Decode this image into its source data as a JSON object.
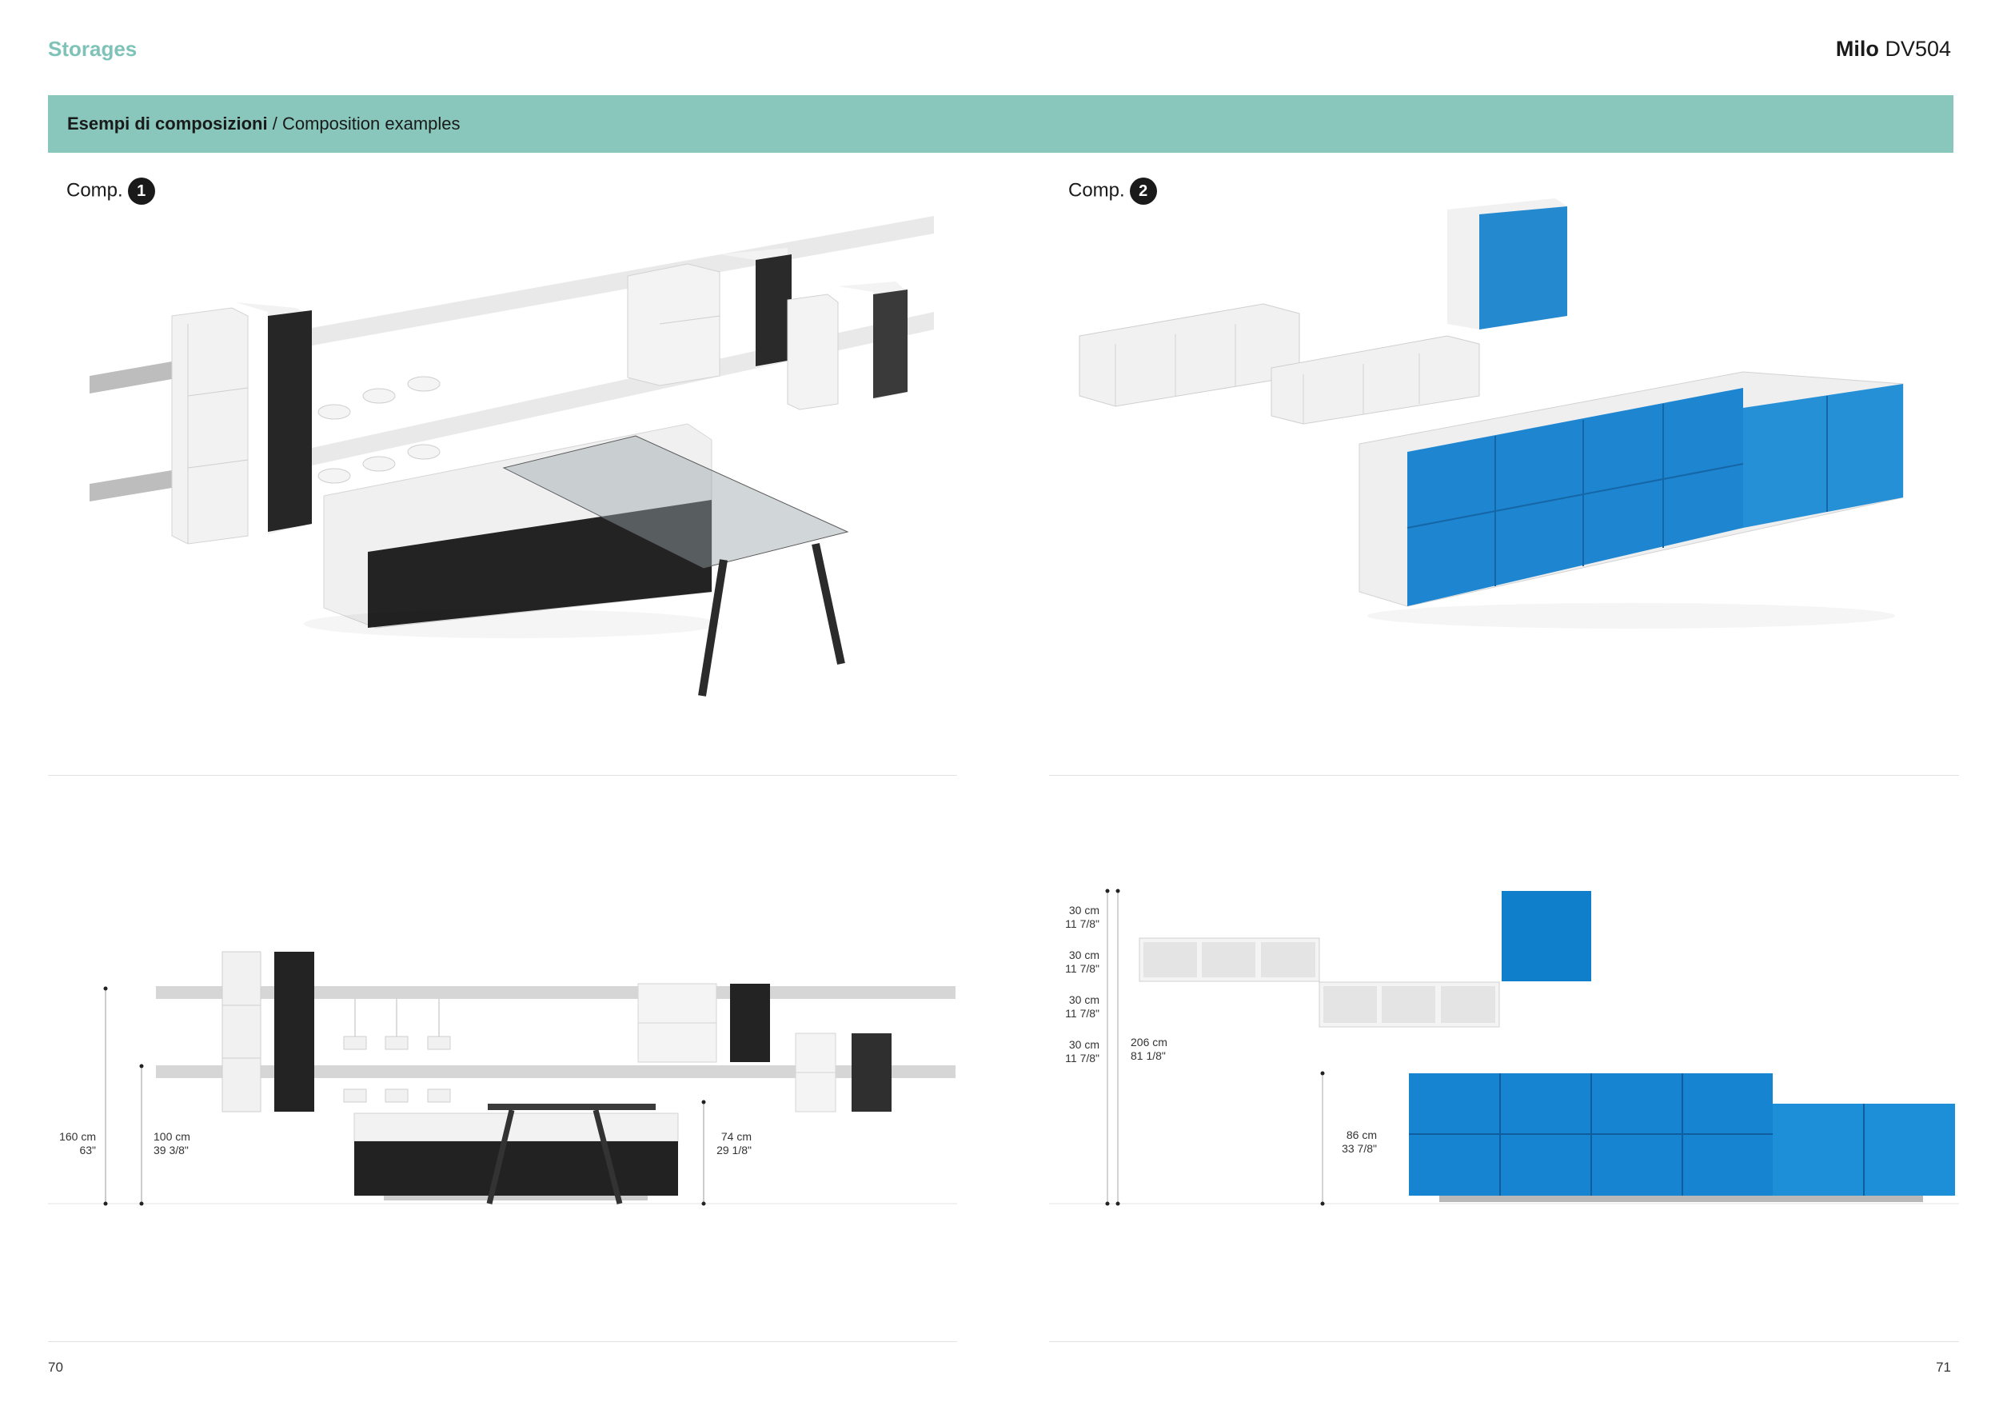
{
  "header": {
    "section": "Storages",
    "brand_bold": "Milo",
    "brand_model": "DV504"
  },
  "band": {
    "bold": "Esempi di composizioni",
    "sep": "/",
    "text": "Composition examples"
  },
  "compositions": [
    {
      "label": "Comp.",
      "number": "1"
    },
    {
      "label": "Comp.",
      "number": "2"
    }
  ],
  "dims_left": {
    "d1": {
      "metric": "160 cm",
      "imperial": "63\""
    },
    "d2": {
      "metric": "100 cm",
      "imperial": "39 3/8\""
    },
    "d3": {
      "metric": "74 cm",
      "imperial": "29 1/8\""
    }
  },
  "dims_right": {
    "r1": {
      "metric": "30 cm",
      "imperial": "11 7/8\""
    },
    "r2": {
      "metric": "30 cm",
      "imperial": "11 7/8\""
    },
    "r3": {
      "metric": "30 cm",
      "imperial": "11 7/8\""
    },
    "r4": {
      "metric": "30 cm",
      "imperial": "11 7/8\""
    },
    "total": {
      "metric": "206 cm",
      "imperial": "81 1/8\""
    },
    "base": {
      "metric": "86 cm",
      "imperial": "33 7/8\""
    }
  },
  "pages": {
    "left": "70",
    "right": "71"
  },
  "colors": {
    "accent": "#89c6bb",
    "title": "#7fc3b8",
    "blue": "#1e88d2",
    "black": "#1c1c1c"
  },
  "images": {
    "comp1_render": "composition-1-perspective-render",
    "comp2_render": "composition-2-perspective-render",
    "comp1_front": "composition-1-front-elevation",
    "comp2_front": "composition-2-front-elevation"
  }
}
